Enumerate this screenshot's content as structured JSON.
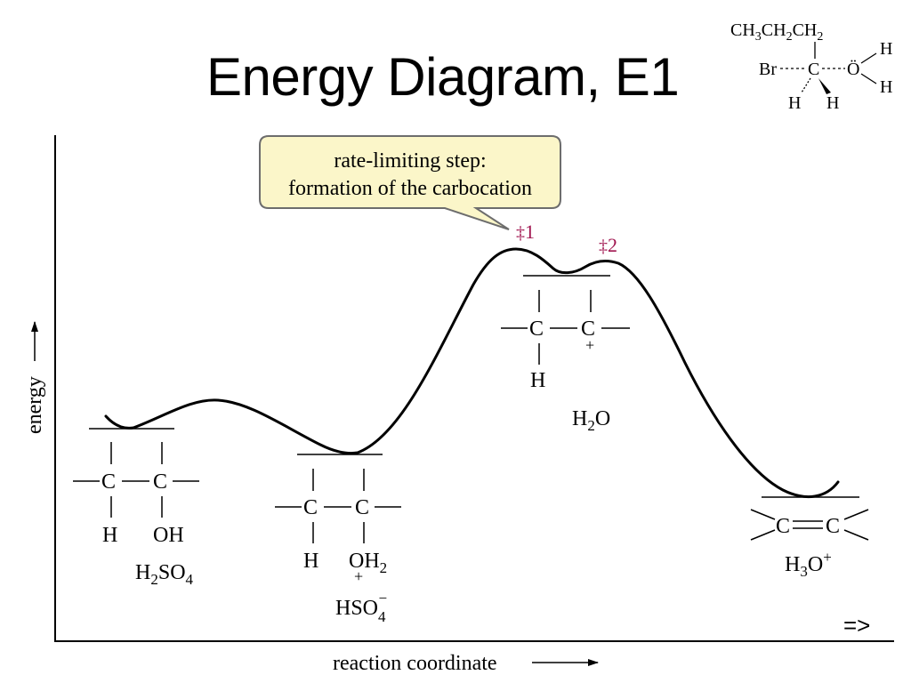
{
  "title": "Energy Diagram, E1",
  "axes": {
    "y_label": "energy",
    "x_label": "reaction coordinate"
  },
  "callout": {
    "line1": "rate-limiting step:",
    "line2": "formation of the carbocation"
  },
  "transition_states": {
    "ts1": {
      "sym": "‡",
      "num": "1"
    },
    "ts2": {
      "sym": "‡",
      "num": "2"
    }
  },
  "colors": {
    "ts_label": "#a0154f",
    "callout_fill": "#fbf6c9",
    "callout_border": "#6d6d6d"
  },
  "species": {
    "reactant": {
      "carbon1": "C",
      "carbon2": "C",
      "h": "H",
      "oh": "OH",
      "reagent": {
        "base": "H",
        "sub": "2",
        "base2": "SO",
        "sub2": "4"
      }
    },
    "protonated": {
      "carbon1": "C",
      "carbon2": "C",
      "h": "H",
      "oh2": {
        "base": "OH",
        "sub": "2"
      },
      "plus": "+",
      "counterion": {
        "base": "HSO",
        "sub": "4",
        "sup": "−"
      }
    },
    "carbocation": {
      "carbon1": "C",
      "carbon2": "C",
      "h": "H",
      "plus": "+",
      "leaving": {
        "base": "H",
        "sub": "2",
        "base2": "O"
      }
    },
    "alkene": {
      "carbon1": "C",
      "carbon2": "C",
      "acid": {
        "base": "H",
        "sub": "3",
        "base2": "O",
        "sup": "+"
      }
    }
  },
  "structure_inset": {
    "chain": {
      "p1": "CH",
      "s1": "3",
      "p2": "CH",
      "s2": "2",
      "p3": "CH",
      "s3": "2"
    },
    "br": "Br",
    "c": "C",
    "o": "Ö",
    "h_top": "H",
    "h_bottom": "H",
    "h_left": "H",
    "h_right": "H"
  },
  "nav": {
    "next": "=>"
  }
}
